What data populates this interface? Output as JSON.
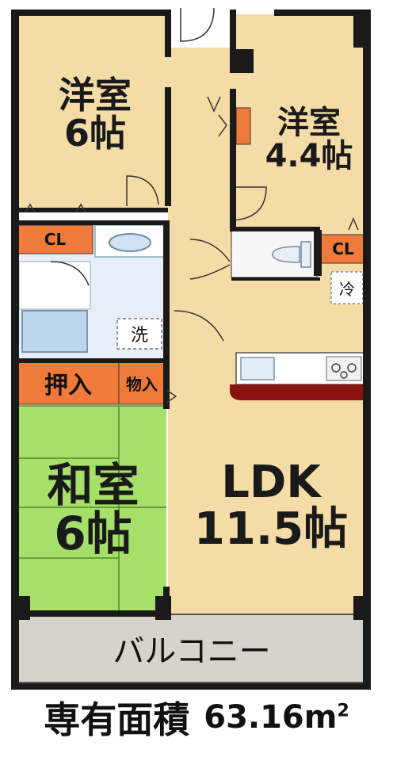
{
  "rooms": {
    "western1": {
      "name": "洋室",
      "size": "6帖"
    },
    "western2": {
      "name": "洋室",
      "size": "4.4帖"
    },
    "japanese": {
      "name": "和室",
      "size": "6帖"
    },
    "ldk": {
      "name": "LDK",
      "size": "11.5帖"
    }
  },
  "storage": {
    "cl_left": "CL",
    "cl_right": "CL",
    "oshiire": "押入",
    "monoire": "物入"
  },
  "fixtures": {
    "washer": "洗",
    "fridge": "冷"
  },
  "balcony": "バルコニー",
  "area": {
    "label": "専有面積",
    "value": "63.16m",
    "unit_sup": "2"
  },
  "colors": {
    "wall": "#1a1a1a",
    "floor_wood": "#f5dca6",
    "tatami": "#a6e06a",
    "storage": "#f07a3a",
    "balcony": "#d6d3cb",
    "wet_area": "#e6eef8",
    "counter": "#8b1010"
  }
}
